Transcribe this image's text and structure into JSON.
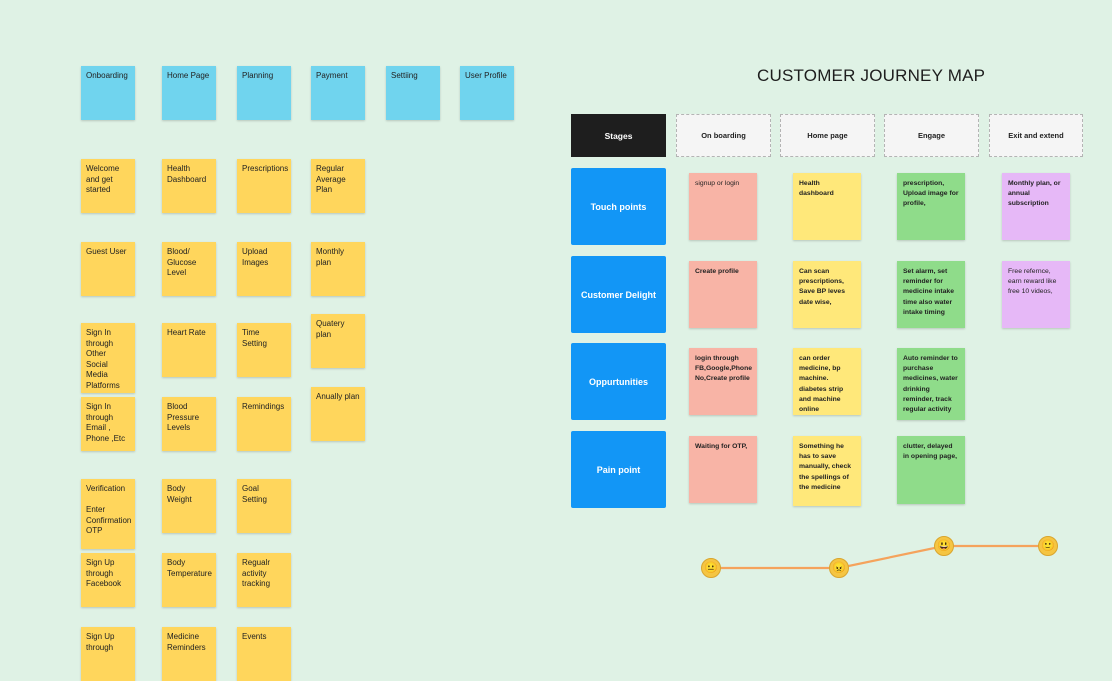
{
  "board": {
    "columns": [
      {
        "header": "Onboarding",
        "notes": [
          "Welcome and get started",
          "Guest User",
          "Sign In through Other Social Media Platforms",
          "Sign In through Email , Phone ,Etc",
          "Verification\n\nEnter Confirmation OTP",
          "Sign Up through Facebook",
          "Sign Up through"
        ]
      },
      {
        "header": "Home Page",
        "notes": [
          "Health Dashboard",
          "Blood/ Glucose Level",
          "Heart Rate",
          "Blood Pressure Levels",
          "Body Weight",
          "Body Temperature",
          "Medicine Reminders"
        ]
      },
      {
        "header": "Planning",
        "notes": [
          "Prescriptions",
          "Upload Images",
          "Time Setting",
          "Remindings",
          "Goal Setting",
          "Regualr activity tracking",
          "Events"
        ]
      },
      {
        "header": "Payment",
        "notes": [
          "Regular Average Plan",
          "Monthly plan",
          "Quatery plan",
          "Anually plan"
        ]
      },
      {
        "header": "Settiing",
        "notes": []
      },
      {
        "header": "User Profile",
        "notes": []
      }
    ]
  },
  "journey": {
    "title": "CUSTOMER JOURNEY MAP",
    "stages_label": "Stages",
    "stages": [
      "On boarding",
      "Home page",
      "Engage",
      "Exit and extend"
    ],
    "rows": [
      {
        "label": "Touch points",
        "cells": [
          "signup or login",
          "Health dashboard",
          "prescription, Upload image for profile,",
          "Monthly plan, or annual subscription"
        ]
      },
      {
        "label": "Customer Delight",
        "cells": [
          "Create profile",
          "Can scan prescriptions, Save BP leves date wise,",
          "Set alarm, set reminder for medicine intake time also water intake timing",
          "Free refernce, earn reward like free 10 videos,"
        ]
      },
      {
        "label": "Oppurtunities",
        "cells": [
          "login through FB,Google,Phone No,Create profile",
          "can order medicine, bp machine. diabetes strip and machine online",
          "Auto reminder to purchase medicines, water drinking reminder, track regular activity",
          ""
        ]
      },
      {
        "label": "Pain point",
        "cells": [
          "Waiting for OTP,",
          "Something he has to save manually, check the spellings of the medicine",
          "clutter, delayed in opening page,",
          ""
        ]
      }
    ],
    "emotions": [
      "neutral-face-icon",
      "angry-face-icon",
      "grinning-face-icon",
      "smiling-face-icon"
    ],
    "emotion_line_color": "#f5a35c"
  },
  "colors": {
    "background": "#dff2e5",
    "header_sticky": "#70d4ee",
    "note_sticky": "#ffd65c",
    "row_label": "#1296f6"
  }
}
